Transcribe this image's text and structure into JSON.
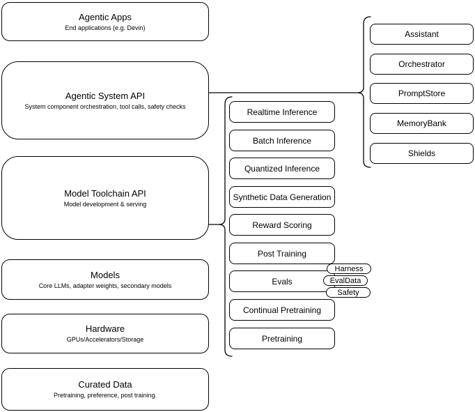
{
  "diagram": {
    "layers": [
      {
        "title": "Agentic Apps",
        "subtitle": "End applications (e.g. Devin)"
      },
      {
        "title": "Agentic System API",
        "subtitle": "System component orchestration, tool calls, safety checks"
      },
      {
        "title": "Model Toolchain API",
        "subtitle": "Model development & serving"
      },
      {
        "title": "Models",
        "subtitle": "Core LLMs, adapter weights, secondary models"
      },
      {
        "title": "Hardware",
        "subtitle": "GPUs/Accelerators/Storage"
      },
      {
        "title": "Curated Data",
        "subtitle": "Pretraining, preference, post training."
      }
    ],
    "toolchain": {
      "items": [
        {
          "label": "Realtime Inference"
        },
        {
          "label": "Batch Inference"
        },
        {
          "label": "Quantized Inference"
        },
        {
          "label": "Synthetic Data Generation"
        },
        {
          "label": "Reward Scoring"
        },
        {
          "label": "Post Training"
        },
        {
          "label": "Evals"
        },
        {
          "label": "Continual Pretraining"
        },
        {
          "label": "Pretraining"
        }
      ],
      "eval_tags": [
        {
          "label": "Harness"
        },
        {
          "label": "EvalData"
        },
        {
          "label": "Safety"
        }
      ]
    },
    "system_components": {
      "items": [
        {
          "label": "Assistant"
        },
        {
          "label": "Orchestrator"
        },
        {
          "label": "PromptStore"
        },
        {
          "label": "MemoryBank"
        },
        {
          "label": "Shields"
        }
      ]
    },
    "colors": {
      "stroke": "#000000",
      "fill": "#ffffff",
      "text": "#000000"
    }
  }
}
